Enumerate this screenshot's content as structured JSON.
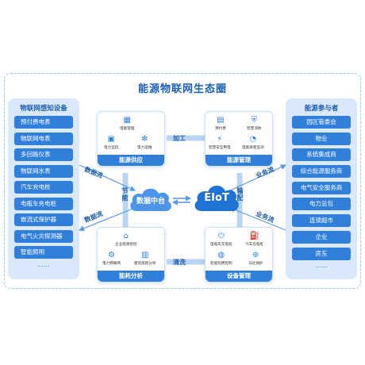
{
  "title": "能源物联网生态圈",
  "left_panel": {
    "title": "物联网感知设备",
    "items": [
      "预付费电表",
      "物联网电表",
      "多回路仪表",
      "物联网水表",
      "汽车充电桩",
      "电瓶车充电桩",
      "嵌流式保护器",
      "电气火灾探测器",
      "智能照明"
    ],
    "more": "......"
  },
  "right_panel": {
    "title": "能源参与者",
    "items": [
      "园区管委会",
      "物业",
      "系统集成商",
      "综合能源服务商",
      "电气安全服务商",
      "电力总包",
      "连锁超市",
      "企业",
      "房东"
    ],
    "more": "......"
  },
  "cards": {
    "supply": {
      "footer": "能源供应",
      "items": [
        "电能管理",
        "电力监控",
        "电力运维"
      ]
    },
    "manage": {
      "footer": "能源管理",
      "items": [
        "预付费",
        "智慧消防",
        "智慧安全用电",
        "电能质量监测"
      ]
    },
    "analysis": {
      "footer": "能耗分析",
      "items": [
        "企业能源管控",
        "电力物联网",
        "建筑能耗分析"
      ]
    },
    "device": {
      "footer": "设备管理",
      "items": [
        "电瓶车充电桩",
        "汽车充电桩",
        "智能照明控制",
        "马达保护"
      ]
    }
  },
  "clouds": {
    "data_platform": "数据中台",
    "eiot": "EIoT"
  },
  "flows": {
    "jiagong": "加工",
    "qingxi": "清洗",
    "jieneng": "节能",
    "shupei": "输配",
    "data_flow_upper": "数据流",
    "data_flow_lower": "数据流",
    "biz_flow_upper": "业务流",
    "biz_flow_lower": "业务流"
  },
  "colors": {
    "accent": "#2f7fdb",
    "title": "#1a5fb4",
    "panel_bg": "#d9e9fb"
  },
  "icons": [
    "meter-icon",
    "monitor-icon",
    "fan-icon",
    "card-icon",
    "shield-icon",
    "plug-icon",
    "gauge-icon",
    "building-icon",
    "network-icon",
    "chart-icon",
    "charger-icon",
    "car-charger-icon",
    "bulb-icon",
    "motor-icon"
  ]
}
